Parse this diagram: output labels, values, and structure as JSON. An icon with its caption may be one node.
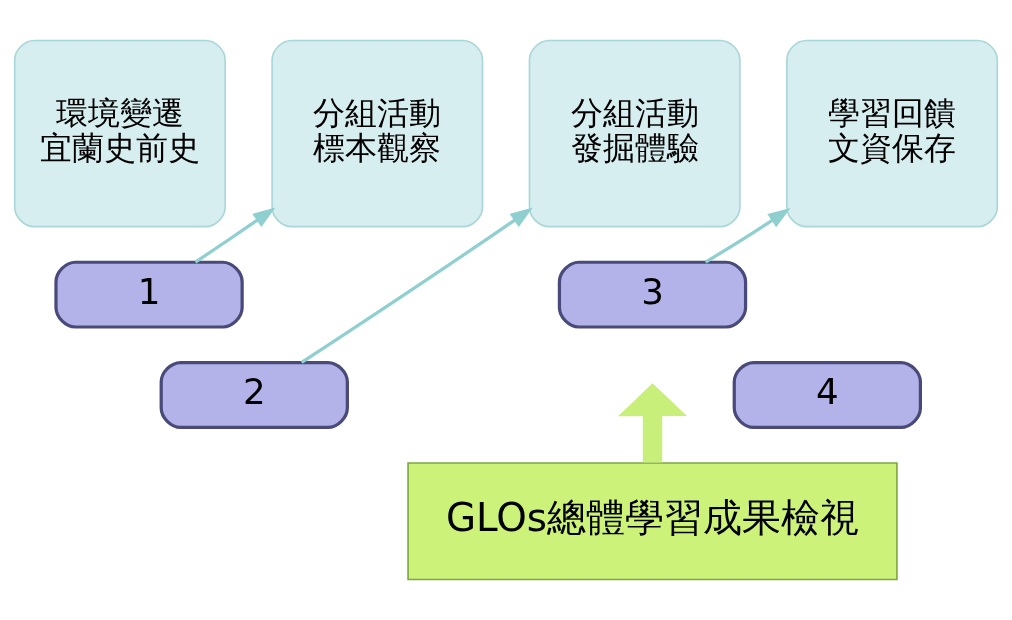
{
  "diagram": {
    "nodes": [
      {
        "text": [
          "環境變遷",
          "宜蘭史前史"
        ]
      },
      {
        "text": [
          "1"
        ]
      },
      {
        "text": [
          "2"
        ]
      },
      {
        "text": [
          "分組活動",
          "標本觀察"
        ]
      },
      {
        "text": [
          "分組活動",
          "發掘體驗"
        ]
      },
      {
        "text": [
          "3"
        ]
      },
      {
        "text": [
          "4"
        ]
      },
      {
        "text": [
          "學習回饋",
          "文資保存"
        ]
      },
      {
        "text": [
          "GLOs總體學習成果檢視"
        ]
      }
    ],
    "edges": [
      {
        "from": 1,
        "to": 3,
        "arrow": "to"
      },
      {
        "from": 2,
        "to": 4,
        "arrow": "to"
      },
      {
        "from": 5,
        "to": 7,
        "arrow": "to"
      },
      {
        "from": 8,
        "to": null,
        "arrow": "to",
        "style": "thick",
        "color": "#c8ef7a"
      }
    ]
  }
}
